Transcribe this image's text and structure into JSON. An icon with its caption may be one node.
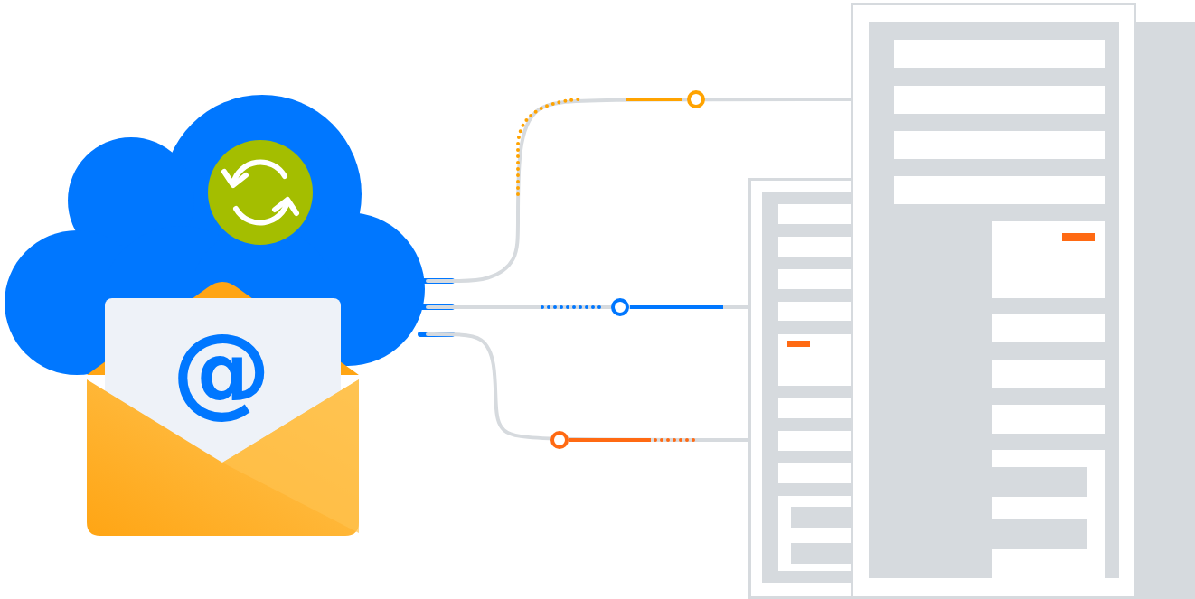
{
  "diagram": {
    "nodes": [
      {
        "text": [],
        "shape": "cloud"
      },
      {
        "text": [],
        "shape": "box"
      },
      {
        "text": [],
        "shape": "box"
      }
    ],
    "edges": [
      {
        "from": 0,
        "to": 1,
        "arrow": "none"
      },
      {
        "from": 0,
        "to": 2,
        "arrow": "none"
      },
      {
        "from": 0,
        "to": 2,
        "arrow": "none"
      }
    ],
    "labels": [
      "@"
    ]
  }
}
